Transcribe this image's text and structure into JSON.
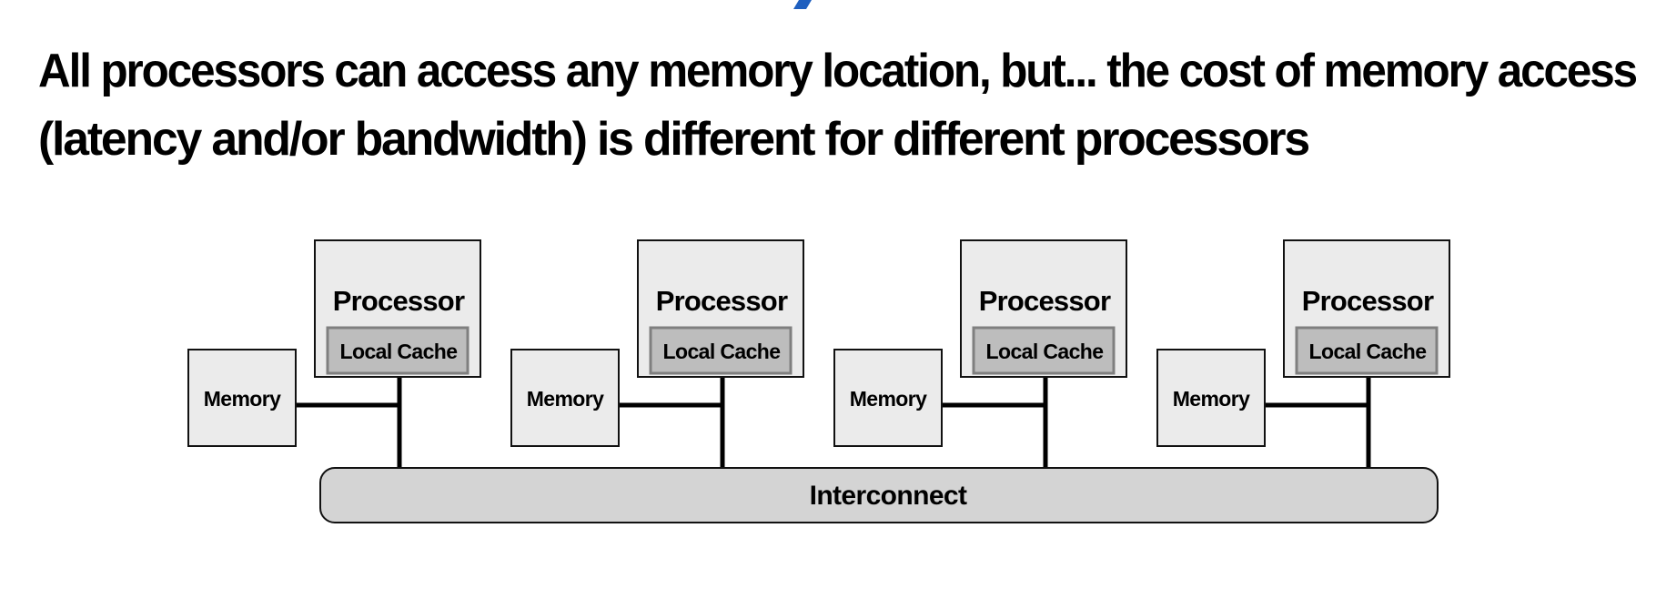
{
  "headline": {
    "line1": "All processors can access any memory location, but... the cost of memory access",
    "line2": "(latency and/or bandwidth) is different for different processors"
  },
  "diagram": {
    "nodes": [
      {
        "processor_label": "Processor",
        "cache_label": "Local Cache",
        "memory_label": "Memory"
      },
      {
        "processor_label": "Processor",
        "cache_label": "Local Cache",
        "memory_label": "Memory"
      },
      {
        "processor_label": "Processor",
        "cache_label": "Local Cache",
        "memory_label": "Memory"
      },
      {
        "processor_label": "Processor",
        "cache_label": "Local Cache",
        "memory_label": "Memory"
      }
    ],
    "interconnect_label": "Interconnect"
  },
  "colors": {
    "accent": "#1f5fbf",
    "processor_fill": "#ebebeb",
    "cache_fill": "#bdbdbd",
    "cache_border": "#7f7f7f",
    "memory_fill": "#ebebeb",
    "interconnect_fill": "#d4d4d4",
    "wire": "#000000"
  }
}
